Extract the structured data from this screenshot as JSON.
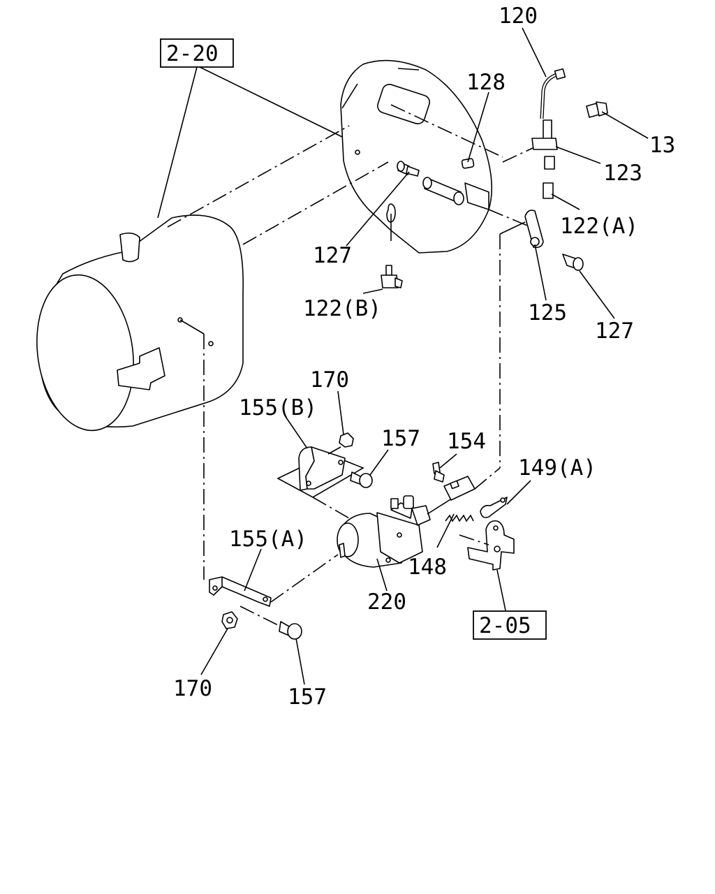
{
  "references": [
    {
      "id": "ref-2-20",
      "text": "2-20"
    },
    {
      "id": "ref-2-05",
      "text": "2-05"
    }
  ],
  "callouts": [
    {
      "id": "c120",
      "text": "120"
    },
    {
      "id": "c128",
      "text": "128"
    },
    {
      "id": "c13",
      "text": "13"
    },
    {
      "id": "c123",
      "text": "123"
    },
    {
      "id": "c122a",
      "text": "122(A)"
    },
    {
      "id": "c127a",
      "text": "127"
    },
    {
      "id": "c122b",
      "text": "122(B)"
    },
    {
      "id": "c125",
      "text": "125"
    },
    {
      "id": "c127b",
      "text": "127"
    },
    {
      "id": "c170a",
      "text": "170"
    },
    {
      "id": "c155b",
      "text": "155(B)"
    },
    {
      "id": "c157a",
      "text": "157"
    },
    {
      "id": "c154",
      "text": "154"
    },
    {
      "id": "c149a",
      "text": "149(A)"
    },
    {
      "id": "c155a",
      "text": "155(A)"
    },
    {
      "id": "c148",
      "text": "148"
    },
    {
      "id": "c220",
      "text": "220"
    },
    {
      "id": "c170b",
      "text": "170"
    },
    {
      "id": "c157b",
      "text": "157"
    }
  ]
}
